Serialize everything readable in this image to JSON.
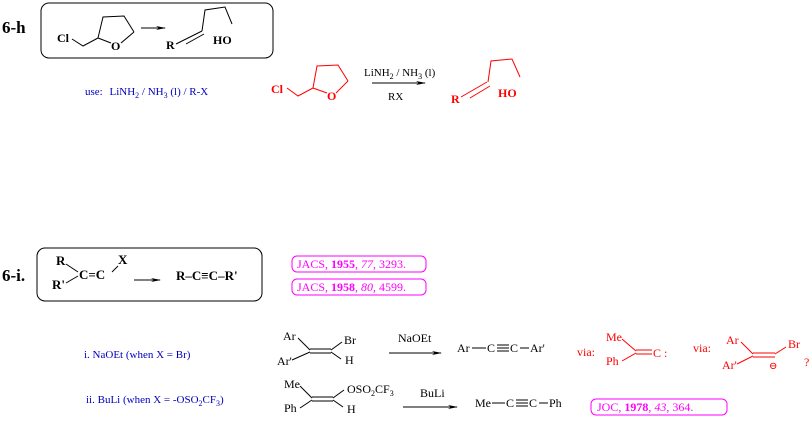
{
  "section_6h": {
    "label": "6-h",
    "box": {
      "reactant_cl": "Cl",
      "reactant_o": "O",
      "product_r": "R",
      "product_ho": "HO"
    },
    "hint": {
      "use": "use:",
      "reagents_a": "LiNH",
      "sub2": "2",
      "reagents_b": " / NH",
      "sub3": "3",
      "reagents_c": " (l) / R-X"
    },
    "scheme": {
      "reactant_cl": "Cl",
      "reactant_o": "O",
      "conditions_top_a": "LiNH",
      "sub2": "2",
      "conditions_top_b": " / NH",
      "sub3": "3",
      "conditions_top_c": " (l)",
      "conditions_bottom": "RX",
      "product_r": "R",
      "product_ho": "HO"
    }
  },
  "section_6i": {
    "label": "6-i.",
    "box": {
      "r": "R",
      "r_prime": "R'",
      "c_eq_c": "C=C",
      "x": "X",
      "product": "R–C≡C–R'"
    },
    "refs": [
      {
        "journal": "JACS, ",
        "year": "1955",
        "volume": "77",
        "page": ", 3293."
      },
      {
        "journal": "JACS, ",
        "year": "1958",
        "volume": "80",
        "page": ", 4599."
      }
    ],
    "reaction_i": {
      "condition_label": "i.  NaOEt (when X = Br)",
      "sub_ar": "Ar",
      "sub_ar_prime": "Ar'",
      "sub_br": "Br",
      "sub_h": "H",
      "reagent": "NaOEt",
      "product_ar": "Ar",
      "product_c1": "C",
      "product_c2": "C",
      "product_ar_prime": "Ar'",
      "via_label": "via:",
      "via_me": "Me",
      "via_ph": "Ph",
      "via_c": "C :",
      "via2_label": "via:",
      "via2_ar": "Ar",
      "via2_ar_prime": "Ar'",
      "via2_br": "Br",
      "via2_charge": "⊖",
      "via2_question": "?"
    },
    "reaction_ii": {
      "condition_a": "ii.  BuLi  (when X = -OSO",
      "sub2": "2",
      "condition_b": "CF",
      "sub3": "3",
      "condition_c": ")",
      "sub_me": "Me",
      "sub_ph": "Ph",
      "sub_oso_a": "OSO",
      "sub_oso_2": "2",
      "sub_oso_b": "CF",
      "sub_oso_3": "3",
      "sub_h": "H",
      "reagent": "BuLi",
      "product_me": "Me",
      "product_c1": "C",
      "product_c2": "C",
      "product_ph": "Ph",
      "ref": {
        "journal": "JOC, ",
        "year": "1978",
        "volume": "43",
        "page": ", 364."
      }
    }
  },
  "colors": {
    "black": "#000000",
    "red": "#ff0000",
    "blue": "#0000c0",
    "magenta": "#ff00ff"
  }
}
